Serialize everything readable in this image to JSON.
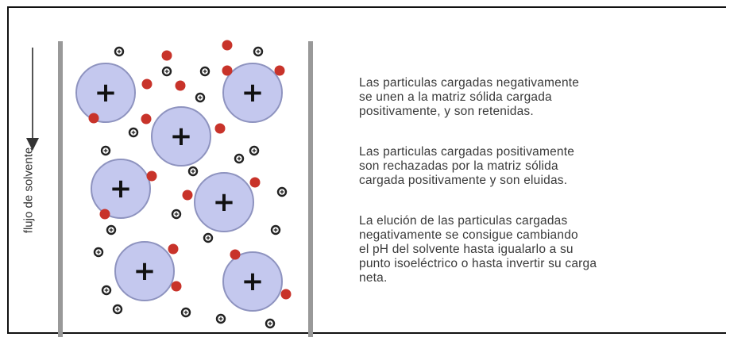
{
  "diagram": {
    "flow_label": "flujo de solvente",
    "paragraphs": [
      [
        "Las particulas cargadas negativamente",
        "se unen a la matriz sólida cargada",
        "positivamente, y son retenidas."
      ],
      [
        "Las particulas cargadas positivamente",
        "son rechazadas por la matriz sólida",
        "cargada positivamente y son eluidas."
      ],
      [
        "La elución de las particulas cargadas",
        "negativamente se consigue cambiando",
        "el pH del solvente hasta igualarlo a su",
        "punto isoeléctrico o hasta invertir su carga",
        "neta."
      ]
    ],
    "colors": {
      "bead_fill": "#c4c8ee",
      "bead_stroke": "#8e93bf",
      "negative_particle": "#c8332a",
      "positive_particle_ring": "#222222",
      "column_wall": "#999999"
    },
    "symbols": {
      "bead": "+",
      "positive_particle": "+"
    }
  }
}
